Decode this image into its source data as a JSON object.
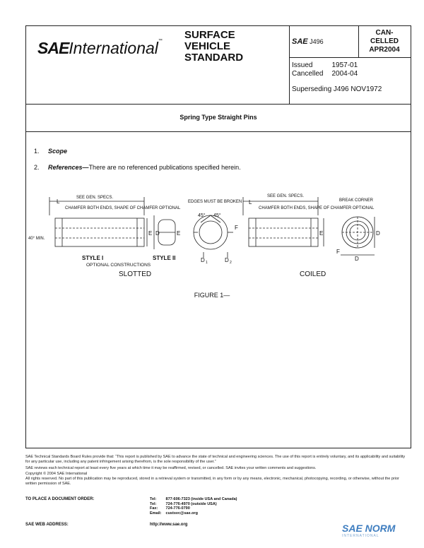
{
  "header": {
    "logo_bold": "SAE",
    "logo_text": "International",
    "logo_tm": "™",
    "standard_lines": [
      "SURFACE",
      "VEHICLE",
      "STANDARD"
    ],
    "doc_prefix": "SAE",
    "doc_number": "J496",
    "cancel_lines": [
      "CAN-",
      "CELLED",
      "APR2004"
    ],
    "issued_label": "Issued",
    "issued_value": "1957-01",
    "cancelled_label": "Cancelled",
    "cancelled_value": "2004-04",
    "superseding": "Superseding J496 NOV1972"
  },
  "title": "Spring Type Straight Pins",
  "sections": [
    {
      "num": "1.",
      "heading": "Scope",
      "text": ""
    },
    {
      "num": "2.",
      "heading": "References—",
      "text": "There are no referenced publications specified herein."
    }
  ],
  "figure": {
    "caption": "FIGURE 1—",
    "labels": {
      "see_gen_specs_1": "SEE GEN. SPECS.",
      "L1": "L",
      "chamfer_1": "CHAMFER BOTH ENDS, SHAPE OF CHAMFER OPTIONAL",
      "angle": "40° MIN.",
      "E1": "E",
      "D1": "D",
      "edges": "EDGES MUST BE BROKEN",
      "a45_1": "45°",
      "a45_2": "45°",
      "F1": "F",
      "E2": "E",
      "D_1": "D",
      "D_2": "D",
      "sub1": "1",
      "sub2": "2",
      "style1": "STYLE I",
      "style2": "STYLE II",
      "optional": "OPTIONAL CONSTRUCTIONS",
      "slotted": "SLOTTED",
      "see_gen_specs_2": "SEE GEN. SPECS.",
      "L2": "L",
      "chamfer_2": "CHAMFER BOTH ENDS, SHAPE OF CHAMFER OPTIONAL",
      "break_corner": "BREAK CORNER",
      "E3": "E",
      "D3": "D",
      "F2": "F",
      "D4": "D",
      "coiled": "COILED"
    }
  },
  "footer": {
    "p1": "SAE Technical Standards Board Rules provide that: “This report is published by SAE to advance the state of technical and engineering sciences. The use of this report is entirely voluntary, and its applicability and suitability for any particular use, including any patent infringement arising therefrom, is the sole responsibility of the user.”",
    "p2": "SAE reviews each technical report at least every five years at which time it may be reaffirmed, revised, or cancelled. SAE invites your written comments and suggestions.",
    "p3": "Copyright © 2004 SAE International",
    "p4": "All rights reserved. No part of this publication may be reproduced, stored in a retrieval system or transmitted, in any form or by any means, electronic, mechanical, photocopying, recording, or otherwise, without the prior written permission of SAE.",
    "order_label": "TO PLACE A DOCUMENT ORDER:",
    "order": [
      {
        "k": "Tel:",
        "v": "877-606-7323 (inside USA and Canada)"
      },
      {
        "k": "Tel:",
        "v": "724-776-4970 (outside USA)"
      },
      {
        "k": "Fax:",
        "v": "724-776-0790"
      },
      {
        "k": "Email:",
        "v": "custsvc@sae.org"
      }
    ],
    "web_label": "SAE WEB ADDRESS:",
    "web_value": "http://www.sae.org",
    "norm_text": "SAE NORM",
    "norm_sub": "INTERNATIONAL"
  }
}
